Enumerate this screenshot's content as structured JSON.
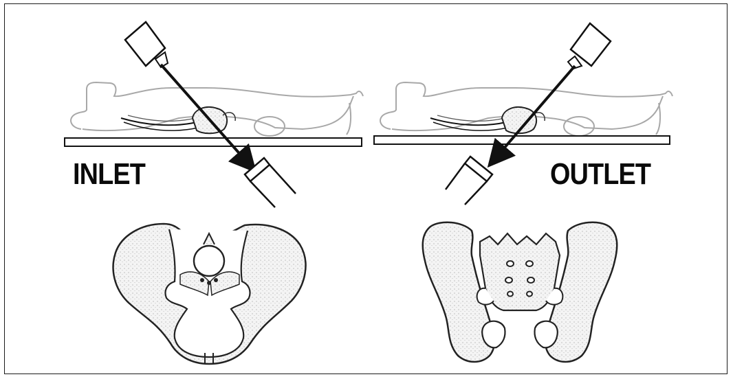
{
  "labels": {
    "inlet": "INLET",
    "outlet": "OUTLET"
  },
  "colors": {
    "ink": "#111111",
    "outline_light": "#9a9a9a",
    "bone_fill": "#f2f2f2",
    "background": "#ffffff"
  },
  "icons": [
    "x-ray-tube-icon",
    "detector-icon",
    "beam-arrow-icon",
    "patient-outline",
    "pelvis-inlet-view",
    "pelvis-outlet-view"
  ]
}
